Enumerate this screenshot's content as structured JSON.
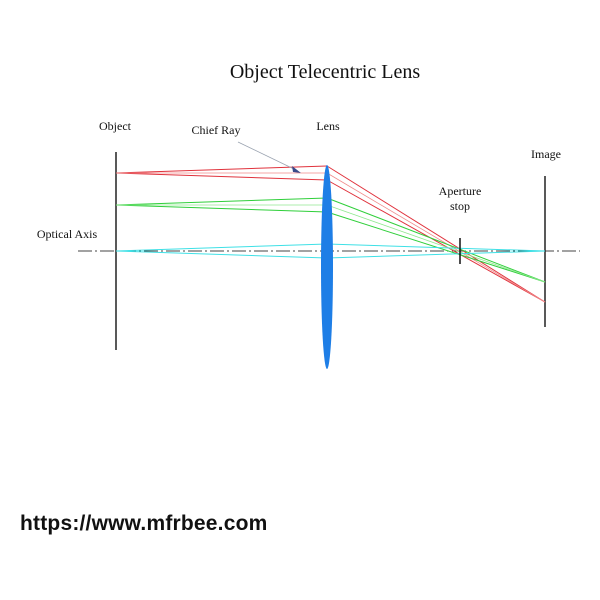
{
  "title": "Object Telecentric Lens",
  "labels": {
    "object": "Object",
    "chief_ray": "Chief Ray",
    "lens": "Lens",
    "image": "Image",
    "aperture_line1": "Aperture",
    "aperture_line2": "stop",
    "optical_axis": "Optical Axis"
  },
  "watermark": "https://www.mfrbee.com",
  "colors": {
    "red_ray": "#e0323c",
    "red_ray_light": "#f08a8a",
    "green_ray": "#2fcf3a",
    "green_ray_light": "#90e890",
    "cyan_ray": "#3fe0e6",
    "lens": "#1e7ee6",
    "line": "#222222",
    "arrow": "#3a4a8a"
  }
}
